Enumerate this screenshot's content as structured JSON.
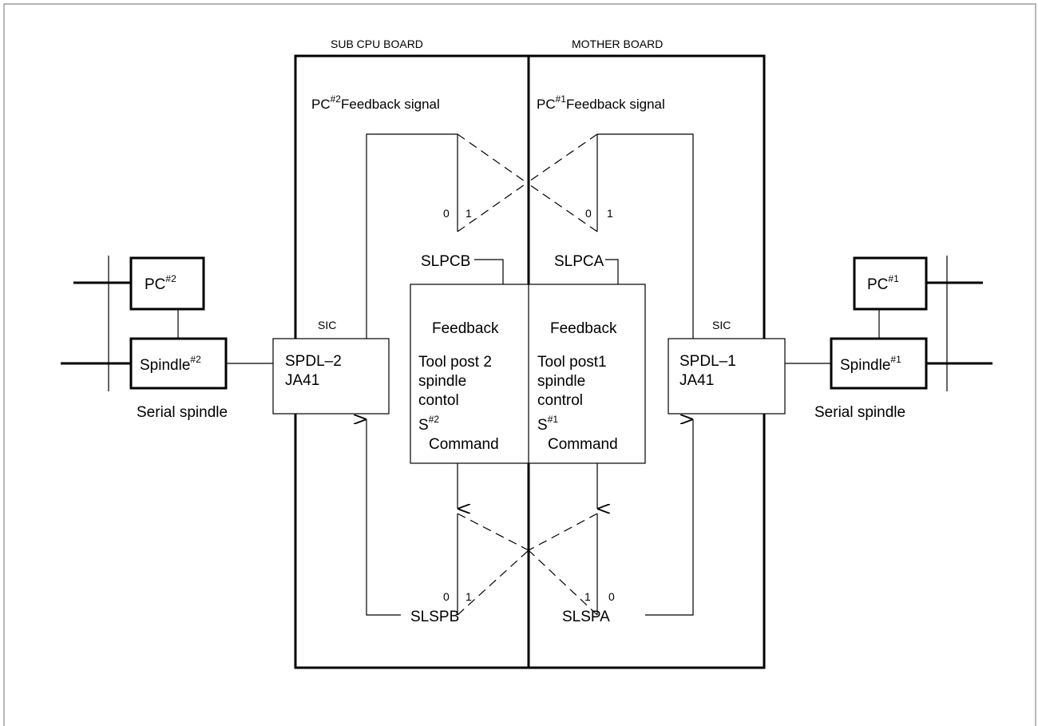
{
  "boards": {
    "sub_cpu": "SUB CPU BOARD",
    "mother": "MOTHER BOARD"
  },
  "feedback_signals": {
    "left_prefix": "PC",
    "left_sup": "#2",
    "left_text": "Feedback signal",
    "right_prefix": "PC",
    "right_sup": "#1",
    "right_text": "Feedback signal"
  },
  "switches": {
    "fb_left_0": "0",
    "fb_left_1": "1",
    "fb_right_0": "0",
    "fb_right_1": "1",
    "sp_left_0": "0",
    "sp_left_1": "1",
    "sp_right_1": "1",
    "sp_right_0": "0"
  },
  "signals": {
    "slpcb": "SLPCB",
    "slpca": "SLPCA",
    "slspb": "SLSPB",
    "slspa": "SLSPA"
  },
  "center_left": {
    "feedback": "Feedback",
    "line1": "Tool post 2",
    "line2": "spindle",
    "line3": "contol",
    "s_prefix": "S",
    "s_sup": "#2",
    "command": "Command"
  },
  "center_right": {
    "feedback": "Feedback",
    "line1": "Tool post1",
    "line2": "spindle",
    "line3": "control",
    "s_prefix": "S",
    "s_sup": "#1",
    "command": "Command"
  },
  "sic_left": {
    "sic": "SIC",
    "line1": "SPDL–2",
    "line2": "JA41"
  },
  "sic_right": {
    "sic": "SIC",
    "line1": "SPDL–1",
    "line2": "JA41"
  },
  "spindle_left": {
    "pc_prefix": "PC",
    "pc_sup": "#2",
    "spindle_prefix": "Spindle",
    "spindle_sup": "#2",
    "caption": "Serial spindle"
  },
  "spindle_right": {
    "pc_prefix": "PC",
    "pc_sup": "#1",
    "spindle_prefix": "Spindle",
    "spindle_sup": "#1",
    "caption": "Serial spindle"
  }
}
